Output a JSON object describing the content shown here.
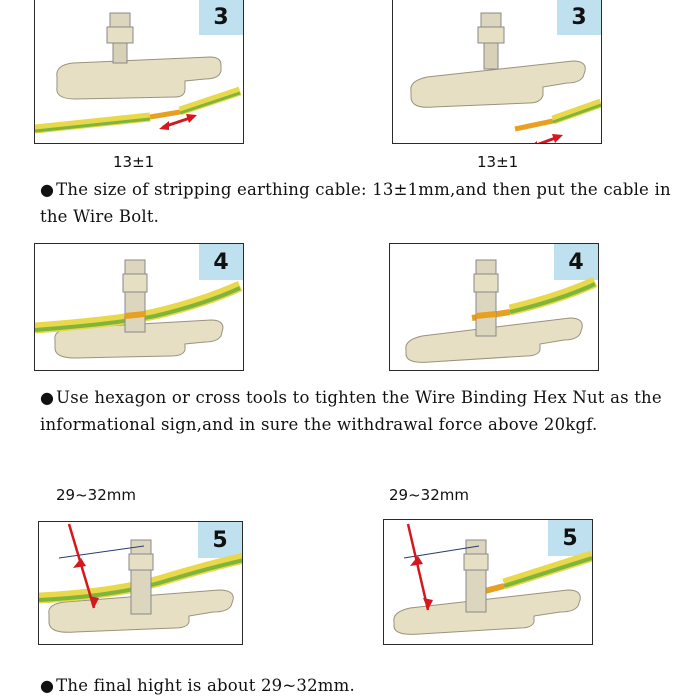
{
  "steps": [
    {
      "badge": "3",
      "left_label": "13±1",
      "right_label": "13±1",
      "text": "The size of stripping earthing cable: 13±1mm,and then put the cable in the Wire Bolt."
    },
    {
      "badge": "4",
      "text": "Use hexagon or cross tools to tighten the Wire Binding Hex Nut as the informational sign,and in sure the withdrawal force above 20kgf."
    },
    {
      "badge": "5",
      "left_label": "29~32mm",
      "right_label": "29~32mm",
      "text": "The final hight is about 29~32mm."
    }
  ],
  "bullet_symbol": "●",
  "colors": {
    "badge_bg": "#bfe0ee",
    "plate": "#e6dfc4",
    "cable_yellow": "#e8d84a",
    "cable_green": "#7fb53a",
    "arrow_red": "#d4181e"
  }
}
